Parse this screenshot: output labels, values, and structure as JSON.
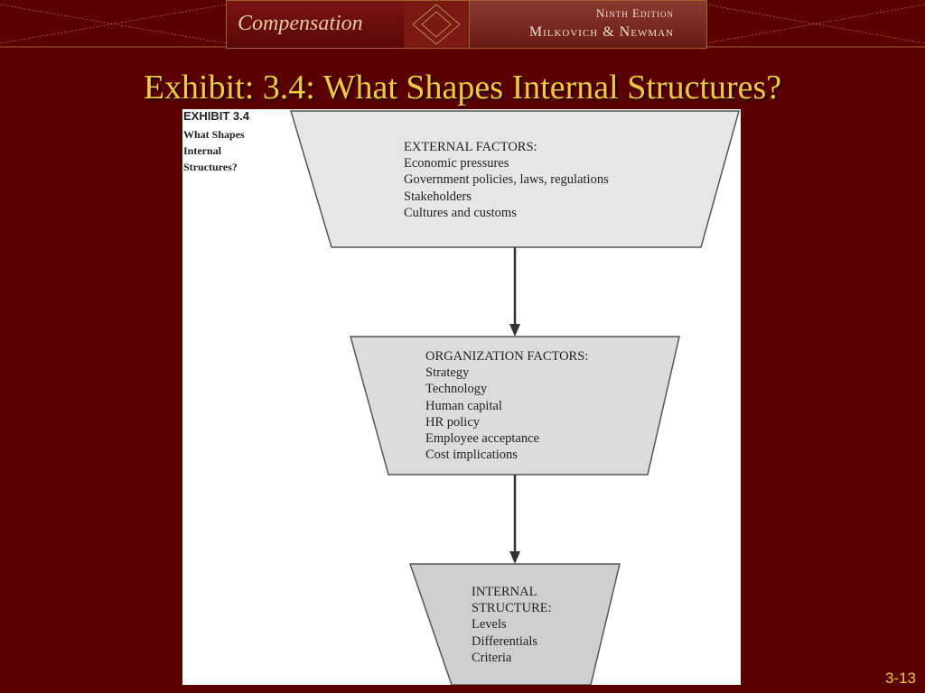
{
  "header": {
    "logo_text": "Compensation",
    "edition": "Ninth Edition",
    "authors": "Milkovich & Newman"
  },
  "slide": {
    "title": "Exhibit: 3.4: What Shapes Internal Structures?",
    "page_number": "3-13"
  },
  "exhibit": {
    "number": "EXHIBIT 3.4",
    "caption": [
      "What Shapes",
      "Internal",
      "Structures?"
    ],
    "boxes": [
      {
        "heading": "EXTERNAL FACTORS:",
        "items": [
          "Economic pressures",
          "Government policies, laws, regulations",
          "Stakeholders",
          "Cultures and customs"
        ]
      },
      {
        "heading": "ORGANIZATION FACTORS:",
        "items": [
          "Strategy",
          "Technology",
          "Human capital",
          "HR policy",
          "Employee acceptance",
          "Cost implications"
        ]
      },
      {
        "heading_lines": [
          "INTERNAL",
          "STRUCTURE:"
        ],
        "items": [
          "Levels",
          "Differentials",
          "Criteria"
        ]
      }
    ]
  },
  "colors": {
    "background": "#5a0000",
    "title": "#f2c744",
    "box_fill_light": "#e6e6e6",
    "box_fill_dark": "#cfcfcf"
  }
}
